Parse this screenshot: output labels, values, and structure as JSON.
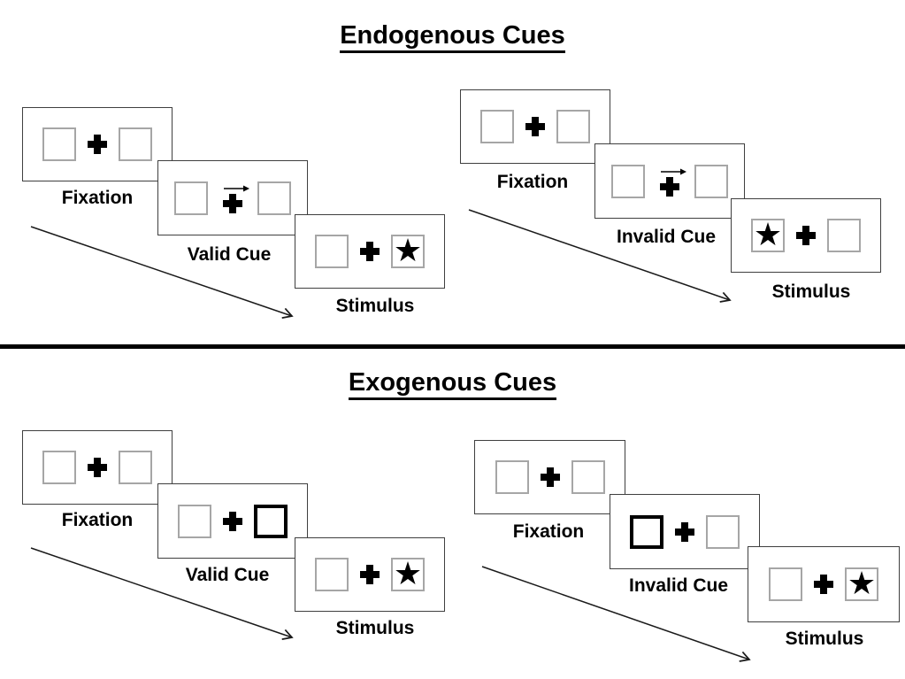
{
  "icons": {
    "star": "★",
    "cue_arrow_direction": "right"
  },
  "colors": {
    "background": "#ffffff",
    "panel_border": "#3f3f3f",
    "box_border": "#a6a6a6",
    "cue_highlight_border": "#000000",
    "ink": "#000000"
  },
  "diagram": {
    "sections": [
      {
        "title": "Endogenous Cues",
        "sequences": [
          {
            "name": "valid",
            "steps": [
              {
                "label": "Fixation",
                "left_box": "empty",
                "right_box": "empty",
                "cue": "none"
              },
              {
                "label": "Valid Cue",
                "left_box": "empty",
                "right_box": "empty",
                "cue": "central-arrow-right"
              },
              {
                "label": "Stimulus",
                "left_box": "empty",
                "right_box": "star",
                "cue": "none"
              }
            ]
          },
          {
            "name": "invalid",
            "steps": [
              {
                "label": "Fixation",
                "left_box": "empty",
                "right_box": "empty",
                "cue": "none"
              },
              {
                "label": "Invalid Cue",
                "left_box": "empty",
                "right_box": "empty",
                "cue": "central-arrow-right"
              },
              {
                "label": "Stimulus",
                "left_box": "star",
                "right_box": "empty",
                "cue": "none"
              }
            ]
          }
        ]
      },
      {
        "title": "Exogenous Cues",
        "sequences": [
          {
            "name": "valid",
            "steps": [
              {
                "label": "Fixation",
                "left_box": "empty",
                "right_box": "empty",
                "cue": "none"
              },
              {
                "label": "Valid Cue",
                "left_box": "empty",
                "right_box": "highlighted",
                "cue": "box-highlight-right"
              },
              {
                "label": "Stimulus",
                "left_box": "empty",
                "right_box": "star",
                "cue": "none"
              }
            ]
          },
          {
            "name": "invalid",
            "steps": [
              {
                "label": "Fixation",
                "left_box": "empty",
                "right_box": "empty",
                "cue": "none"
              },
              {
                "label": "Invalid Cue",
                "left_box": "highlighted",
                "right_box": "empty",
                "cue": "box-highlight-left"
              },
              {
                "label": "Stimulus",
                "left_box": "empty",
                "right_box": "star",
                "cue": "none"
              }
            ]
          }
        ]
      }
    ]
  }
}
